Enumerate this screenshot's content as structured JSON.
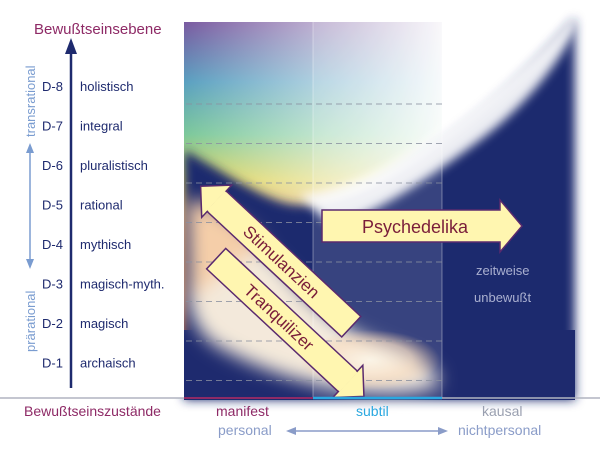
{
  "title": "Bewußtseinsebene",
  "levels": [
    {
      "code": "D-8",
      "label": "holistisch"
    },
    {
      "code": "D-7",
      "label": "integral"
    },
    {
      "code": "D-6",
      "label": "pluralistisch"
    },
    {
      "code": "D-5",
      "label": "rational"
    },
    {
      "code": "D-4",
      "label": "mythisch"
    },
    {
      "code": "D-3",
      "label": "magisch-myth."
    },
    {
      "code": "D-2",
      "label": "magisch"
    },
    {
      "code": "D-1",
      "label": "archaisch"
    }
  ],
  "side_labels": {
    "top": "transrational",
    "bottom": "prärational"
  },
  "states_label": "Bewußtseinszustände",
  "states": [
    {
      "name": "manifest",
      "sub": "personal",
      "color": "#8e2a66"
    },
    {
      "name": "subtil",
      "sub": "",
      "color": "#2aa8e0"
    },
    {
      "name": "kausal",
      "sub": "nichtpersonal",
      "color": "#9aa0b0"
    }
  ],
  "arrows": {
    "psychedelika": "Psychedelika",
    "stimulanzien": "Stimulanzien",
    "tranquilizer": "Tranquilizer"
  },
  "zone_label": {
    "line1": "zeitweise",
    "line2": "unbewußt"
  },
  "colors": {
    "navy": "#1e2a6e",
    "maroon": "#8e2a66",
    "arrow_fill": "#fff6b0",
    "arrow_stroke": "#5a2a6e",
    "text_arrow": "#7a1e3a",
    "subtil": "#2aa8e0"
  }
}
